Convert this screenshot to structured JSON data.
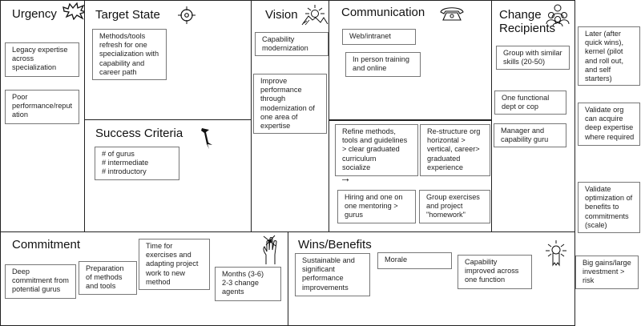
{
  "canvas": {
    "urgency": {
      "title": "Urgency",
      "icon": "explosion-burst-icon",
      "notes": [
        "Legacy expertise\nacross\nspecialization",
        "Poor\nperformance/reput\nation"
      ]
    },
    "target_state": {
      "title": "Target State",
      "icon": "crosshair-target-icon",
      "notes": [
        "Methods/tools\nrefresh for one\nspecialization with\ncapability and\ncareer path"
      ]
    },
    "success_criteria": {
      "title": "Success Criteria",
      "icon": "flag-pennant-icon",
      "notes": [
        "# of gurus\n# intermediate\n# introductory"
      ]
    },
    "vision": {
      "title": "Vision",
      "icon": "sun-over-mountains-icon",
      "notes": [
        "Capability\nmodernization",
        "Improve\nperformance\nthrough\nmodernization of\none area of\nexpertise"
      ]
    },
    "communication": {
      "title": "Communication",
      "icon": "telephone-icon",
      "notes": [
        "Web/intranet",
        "In person training\nand online",
        "Refine methods,\ntools and guidelines\n> clear graduated\ncurriculum\n      socialize",
        "Re-structure org\nhorizontal >\nvertical, career>\ngraduated\nexperience",
        "Hiring and one on\none mentoring >\ngurus",
        "Group exercises\nand project\n\"homework\""
      ],
      "arrow": "→"
    },
    "change_recipients": {
      "title": "Change\nRecipients",
      "icon": "people-group-icon",
      "notes": [
        "Group with similar\nskills (20-50)",
        "One functional\ndept or cop",
        "Manager and\ncapability guru"
      ]
    },
    "side_notes": [
      "Later (after\nquick wins),\nkernel (pilot\nand roll out,\nand self\nstarters)",
      "Validate org\ncan acquire\ndeep expertise\nwhere required",
      "Validate\noptimization of\nbenefits to\ncommitments\n(scale)",
      "Big gains/large\ninvestment >\nrisk"
    ],
    "commitment": {
      "title": "Commitment",
      "icon": "crossed-fingers-hand-icon",
      "notes": [
        "Deep\ncommitment from\npotential gurus",
        "Preparation\nof methods\nand tools",
        "Time for\nexercises and\nadapting project\nwork to new\nmethod",
        "Months (3-6)\n2-3 change\nagents"
      ]
    },
    "wins_benefits": {
      "title": "Wins/Benefits",
      "icon": "award-ribbon-icon",
      "notes": [
        "Sustainable and\nsignificant\nperformance\nimprovements",
        "Morale",
        "Capability\nimproved across\none function"
      ]
    }
  }
}
